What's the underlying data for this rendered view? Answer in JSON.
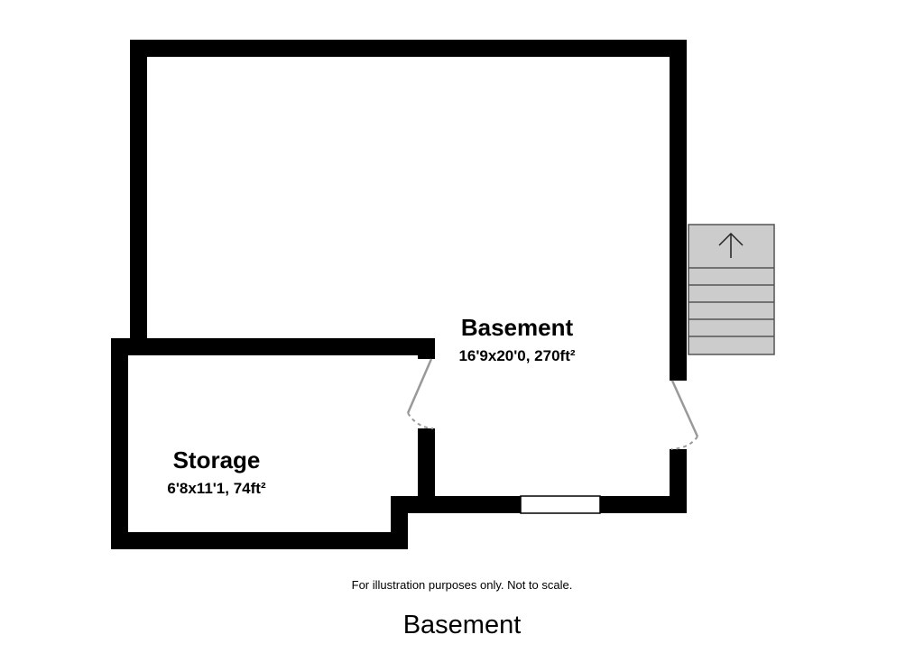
{
  "rooms": {
    "basement": {
      "name": "Basement",
      "dimensions": "16'9x20'0, 270ft²"
    },
    "storage": {
      "name": "Storage",
      "dimensions": "6'8x11'1, 74ft²"
    }
  },
  "disclaimer": "For illustration purposes only. Not to scale.",
  "floor_title": "Basement",
  "colors": {
    "wall": "#000000",
    "stair_fill": "#cccccc",
    "door_swing": "#999999",
    "window": "#ffffff"
  },
  "icons": {
    "stairs_direction": "arrow-up-icon"
  }
}
